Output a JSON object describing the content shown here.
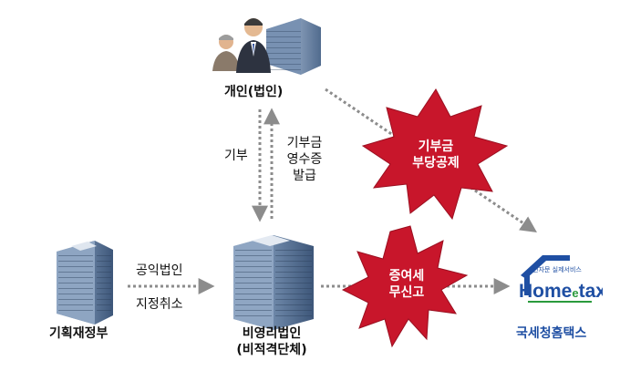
{
  "nodes": {
    "individual": "개인(법인)",
    "ministry": "기획재정부",
    "nonprofit_line1": "비영리법인",
    "nonprofit_line2": "(비적격단체)",
    "nts": "국세청홈택스"
  },
  "edges": {
    "donation": "기부",
    "receipt_line1": "기부금",
    "receipt_line2": "영수증",
    "receipt_line3": "발급",
    "designate_line1": "공익법인",
    "designate_line2": "지정취소"
  },
  "bursts": {
    "deduction_line1": "기부금",
    "deduction_line2": "부당공제",
    "gift_tax_line1": "증여세",
    "gift_tax_line2": "무신고"
  },
  "logo": {
    "tagline": "전자문 실제서비스",
    "word_home": "Home",
    "word_e": "e",
    "word_tax": "tax."
  },
  "colors": {
    "burst_red": "#c8162b",
    "arrow_gray": "#8c8c8c",
    "hometax_blue": "#1f4fa3"
  }
}
